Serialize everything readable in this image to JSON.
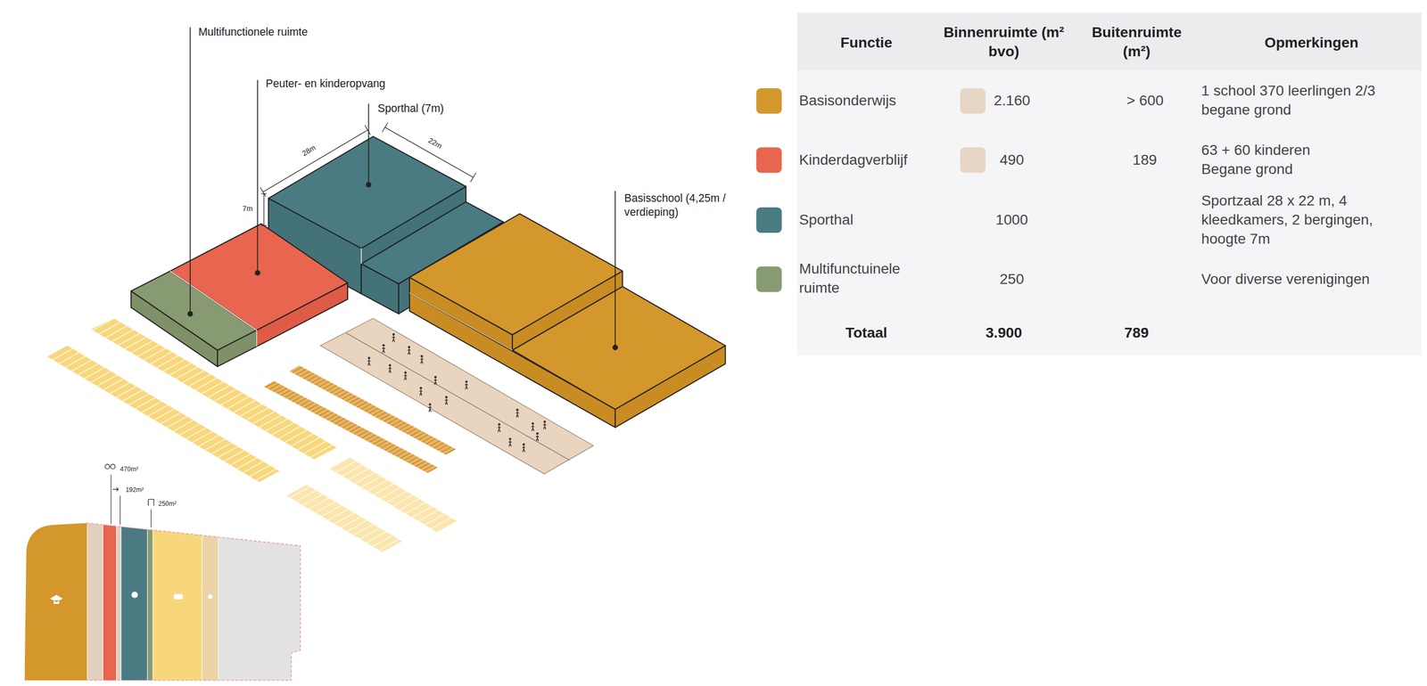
{
  "diagram": {
    "labels": [
      "Multifunctionele ruimte",
      "Peuter- en kinderopvang",
      "Sporthal (7m)",
      "28m",
      "22m",
      "7m",
      "Basisschool (4,25m / verdieping)",
      "470m²",
      "192m²",
      "250m²",
      "Functie",
      "Binnenruimte (m² bvo)",
      "Buitenruimte (m²)",
      "Opmerkingen",
      "2.160",
      "> 600",
      "1 school 370 leerlingen 2/3 begane grond",
      "490",
      "189",
      "63 + 60 kinderen Begane grond",
      "1000",
      "Sportzaal 28 x 22 m, 4 kleedkamers, 2 bergingen, hoogte 7m",
      "250",
      "Voor diverse verenigingen",
      "Totaal",
      "3.900",
      "789"
    ],
    "legend": [
      {
        "text": "Basisonderwijs",
        "color": "#d4972b"
      },
      {
        "text": "Kinderdagverblijf",
        "color": "#e8654f"
      },
      {
        "text": "Sporthal",
        "color": "#4a7b82"
      },
      {
        "text": "Multifunctuinele ruimte",
        "color": "#879a72"
      }
    ]
  }
}
